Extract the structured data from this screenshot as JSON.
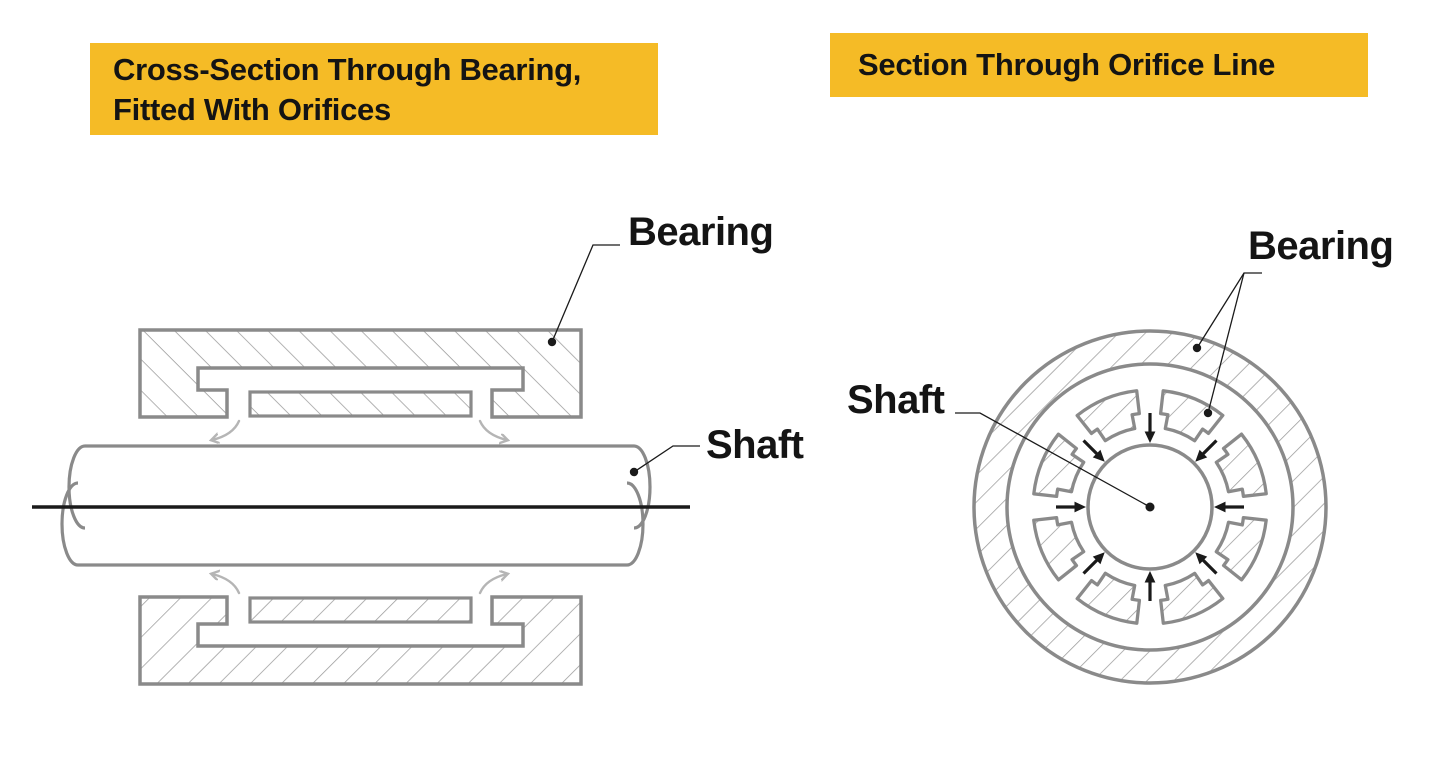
{
  "left_diagram": {
    "banner": {
      "line1": "Cross-Section Through Bearing,",
      "line2": "Fitted With Orifices"
    },
    "bearing_label": "Bearing",
    "shaft_label": "Shaft"
  },
  "right_diagram": {
    "banner": "Section Through Orifice Line",
    "bearing_label": "Bearing",
    "shaft_label": "Shaft"
  },
  "colors": {
    "banner_bg": "#F5BB26",
    "outline_gray": "#8a8a8a",
    "hatch_gray": "#9a9a9a",
    "flow_arrow_gray": "#b5b5b5",
    "ink_black": "#1a1a1a"
  }
}
